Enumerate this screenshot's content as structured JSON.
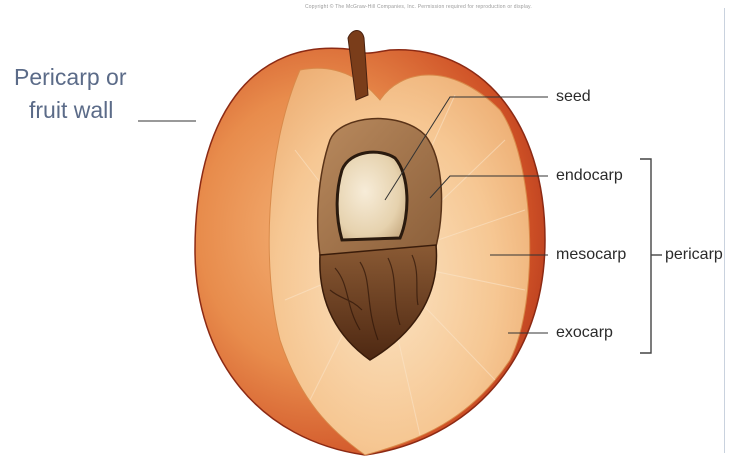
{
  "copyright": "Copyright © The McGraw-Hill Companies, Inc. Permission required for reproduction or display.",
  "outside_label": {
    "line1": "Pericarp or",
    "line2": "fruit wall"
  },
  "labels": {
    "seed": "seed",
    "endocarp": "endocarp",
    "mesocarp": "mesocarp",
    "pericarp": "pericarp",
    "exocarp": "exocarp"
  },
  "colors": {
    "skin_red": "#c6401c",
    "skin_orange": "#e9914c",
    "flesh": "#f3c08c",
    "pit_brown": "#6b3a1c",
    "seed_cream": "#efe0c4",
    "label_blue": "#5b6b88"
  }
}
